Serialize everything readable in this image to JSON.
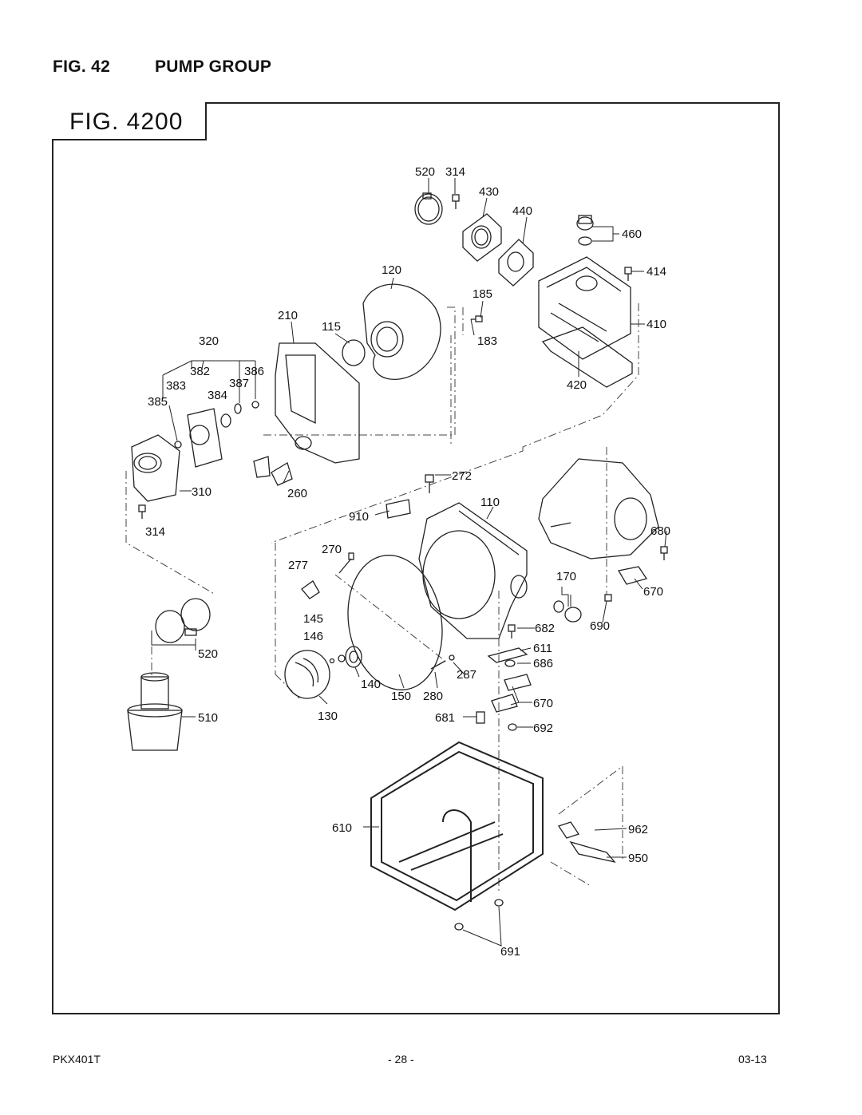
{
  "heading": {
    "figure_number": "FIG. 42",
    "title": "PUMP GROUP"
  },
  "figure_tab": "FIG. 4200",
  "callouts": {
    "c520a": "520",
    "c314a": "314",
    "c430": "430",
    "c440": "440",
    "c460": "460",
    "c414": "414",
    "c410": "410",
    "c420": "420",
    "c120": "120",
    "c185": "185",
    "c183": "183",
    "c210": "210",
    "c115": "115",
    "c320": "320",
    "c382": "382",
    "c386": "386",
    "c383": "383",
    "c387": "387",
    "c384": "384",
    "c385": "385",
    "c310": "310",
    "c260": "260",
    "c314b": "314",
    "c272": "272",
    "c910": "910",
    "c110": "110",
    "c680": "680",
    "c270": "270",
    "c277": "277",
    "c170": "170",
    "c670a": "670",
    "c145": "145",
    "c146": "146",
    "c690": "690",
    "c682": "682",
    "c611": "611",
    "c686": "686",
    "c287": "287",
    "c520b": "520",
    "c140": "140",
    "c150": "150",
    "c280": "280",
    "c670b": "670",
    "c130": "130",
    "c681": "681",
    "c510": "510",
    "c692": "692",
    "c610": "610",
    "c962": "962",
    "c950": "950",
    "c691": "691"
  },
  "footer": {
    "model": "PKX401T",
    "page": "- 28 -",
    "date": "03-13"
  }
}
